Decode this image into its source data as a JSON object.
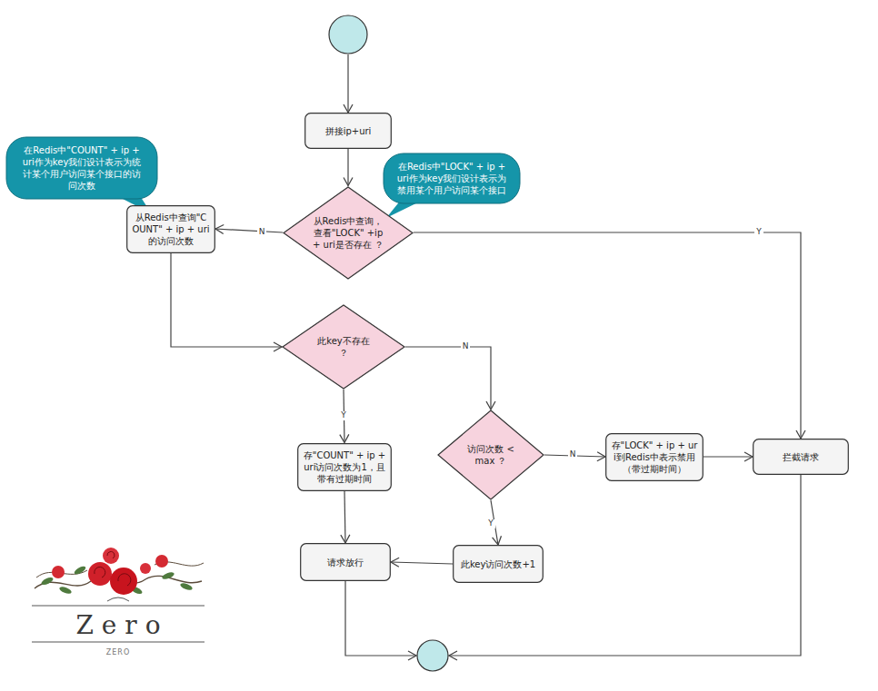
{
  "diagram": {
    "nodes": [
      {
        "text": []
      },
      {
        "text": [
          "拼接ip+uri"
        ]
      },
      {
        "text": [
          "在Redis中\"COUNT\" + ip + uri作为key我们设计表示为统计某个用户访问某个接口的访问次数"
        ]
      },
      {
        "text": [
          "在Redis中\"LOCK\" + ip + uri作为key我们设计表示为禁用某个用户访问某个接口"
        ]
      },
      {
        "text": [
          "从Redis中查询\"COUNT\" + ip + uri 的访问次数"
        ]
      },
      {
        "text": [
          "从Redis中查询，查看\"LOCK\" +ip + uri是否存在 ？"
        ]
      },
      {
        "text": [
          "此key不存在 ？"
        ]
      },
      {
        "text": [
          "存\"COUNT\" + ip + uri访问次数为1，且带有过期时间"
        ]
      },
      {
        "text": [
          "访问次数 < max ？"
        ]
      },
      {
        "text": [
          "存\"LOCK\" + ip + uri到Redis中表示禁用（带过期时间）"
        ]
      },
      {
        "text": [
          "拦截请求"
        ]
      },
      {
        "text": [
          "此key访问次数+1"
        ]
      },
      {
        "text": [
          "请求放行"
        ]
      },
      {
        "text": []
      }
    ],
    "edges": [
      {
        "from": 0,
        "to": 1,
        "arrow": "to"
      },
      {
        "from": 1,
        "to": 5,
        "arrow": "to"
      },
      {
        "from": 5,
        "to": 4,
        "label": "N",
        "arrow": "to"
      },
      {
        "from": 5,
        "to": 10,
        "label": "Y",
        "arrow": "to"
      },
      {
        "from": 4,
        "to": 6,
        "arrow": "to"
      },
      {
        "from": 6,
        "to": 7,
        "label": "Y",
        "arrow": "to"
      },
      {
        "from": 6,
        "to": 8,
        "label": "N",
        "arrow": "to"
      },
      {
        "from": 8,
        "to": 9,
        "label": "N",
        "arrow": "to"
      },
      {
        "from": 9,
        "to": 10,
        "arrow": "to"
      },
      {
        "from": 8,
        "to": 11,
        "label": "Y",
        "arrow": "to"
      },
      {
        "from": 11,
        "to": 12,
        "arrow": "to"
      },
      {
        "from": 7,
        "to": 12,
        "arrow": "to"
      },
      {
        "from": 12,
        "to": 13,
        "arrow": "to"
      },
      {
        "from": 10,
        "to": 13,
        "arrow": "to"
      }
    ],
    "labels": [
      "Z e r o",
      "ZERO"
    ]
  }
}
